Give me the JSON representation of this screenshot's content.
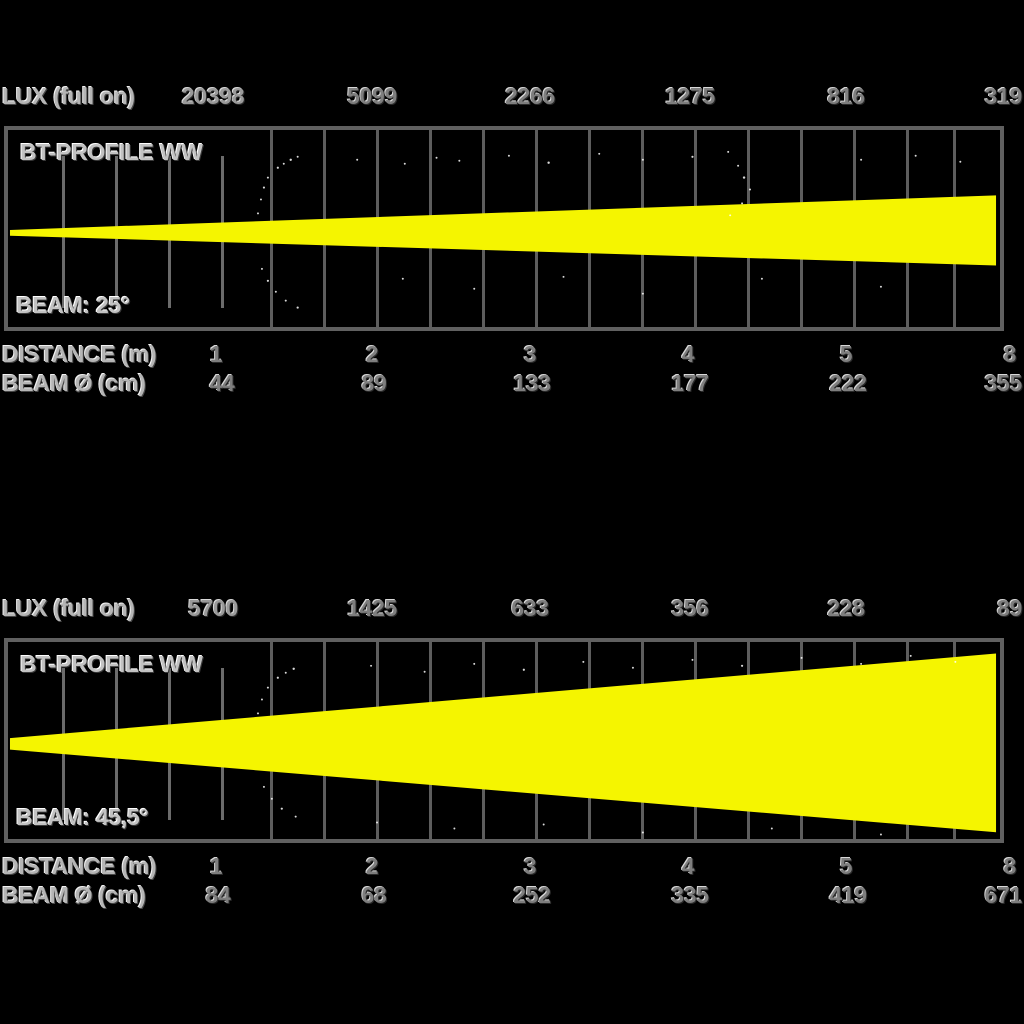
{
  "document": {
    "title": "BT-PROFILE WW beam photometric diagrams",
    "background": "#000000",
    "beam_color": "#f5f500",
    "frame_color": "#606060",
    "text_color": "#b5b5b5"
  },
  "diagrams": [
    {
      "id": "diagram-1",
      "model": "BT-PROFILE WW",
      "beam_angle_label": "BEAM: 25°",
      "lux_label": "LUX (full on)",
      "distance_label": "DISTANCE (m)",
      "diameter_label": "BEAM Ø  (cm)",
      "lux_values": [
        "20398",
        "5099",
        "2266",
        "1275",
        "816",
        "319"
      ],
      "distance_values": [
        "1",
        "2",
        "3",
        "4",
        "5",
        "8"
      ],
      "diameter_values": [
        "44",
        "89",
        "133",
        "177",
        "222",
        "355"
      ]
    },
    {
      "id": "diagram-2",
      "model": "BT-PROFILE WW",
      "beam_angle_label": "BEAM: 45,5°",
      "lux_label": "LUX (full on)",
      "distance_label": "DISTANCE (m)",
      "diameter_label": "BEAM Ø  (cm)",
      "lux_values": [
        "5700",
        "1425",
        "633",
        "356",
        "228",
        "89"
      ],
      "distance_values": [
        "1",
        "2",
        "3",
        "4",
        "5",
        "8"
      ],
      "diameter_values": [
        "84",
        "68",
        "252",
        "335",
        "419",
        "671"
      ]
    }
  ],
  "chart_data": [
    {
      "type": "area",
      "title": "BT-PROFILE WW — BEAM: 25°",
      "xlabel": "DISTANCE (m)",
      "ylabel": "BEAM Ø (cm)",
      "x": [
        1,
        2,
        3,
        4,
        5,
        8
      ],
      "series": [
        {
          "name": "LUX (full on)",
          "values": [
            20398,
            5099,
            2266,
            1275,
            816,
            319
          ]
        },
        {
          "name": "BEAM Ø (cm)",
          "values": [
            44,
            89,
            133,
            177,
            222,
            355
          ]
        }
      ],
      "beam_angle_deg": 25,
      "legend": "none",
      "grid": true
    },
    {
      "type": "area",
      "title": "BT-PROFILE WW — BEAM: 45,5°",
      "xlabel": "DISTANCE (m)",
      "ylabel": "BEAM Ø (cm)",
      "x": [
        1,
        2,
        3,
        4,
        5,
        8
      ],
      "series": [
        {
          "name": "LUX (full on)",
          "values": [
            5700,
            1425,
            633,
            356,
            228,
            89
          ]
        },
        {
          "name": "BEAM Ø (cm)",
          "values": [
            84,
            68,
            252,
            335,
            419,
            671
          ]
        }
      ],
      "beam_angle_deg": 45.5,
      "legend": "none",
      "grid": true
    }
  ]
}
